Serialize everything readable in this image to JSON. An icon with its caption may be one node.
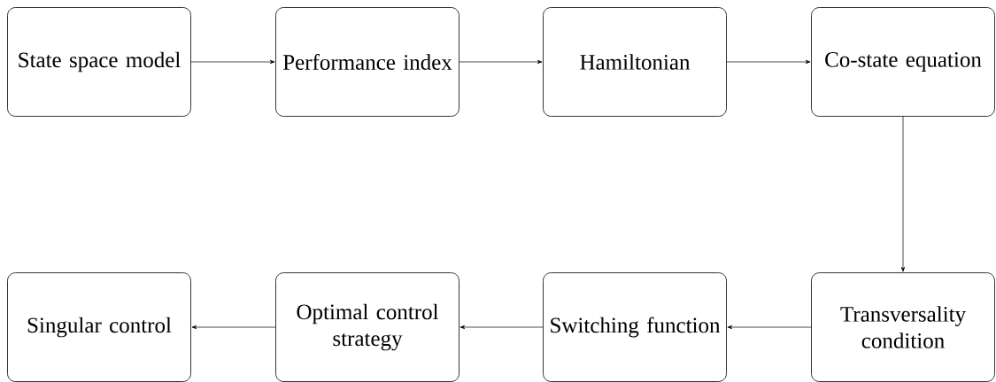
{
  "diagram": {
    "nodes": [
      {
        "text": [
          "State space model"
        ]
      },
      {
        "text": [
          "Performance index"
        ]
      },
      {
        "text": [
          "Hamiltonian"
        ]
      },
      {
        "text": [
          "Co-state equation"
        ]
      },
      {
        "text": [
          "Singular control"
        ]
      },
      {
        "text": [
          "Optimal control strategy"
        ]
      },
      {
        "text": [
          "Switching function"
        ]
      },
      {
        "text": [
          "Transversality condition"
        ]
      }
    ],
    "edges": [
      {
        "from": 0,
        "to": 1,
        "arrow": "to"
      },
      {
        "from": 1,
        "to": 2,
        "arrow": "to"
      },
      {
        "from": 2,
        "to": 3,
        "arrow": "to"
      },
      {
        "from": 3,
        "to": 7,
        "arrow": "to"
      },
      {
        "from": 7,
        "to": 6,
        "arrow": "to"
      },
      {
        "from": 6,
        "to": 5,
        "arrow": "to"
      },
      {
        "from": 5,
        "to": 4,
        "arrow": "to"
      }
    ]
  }
}
